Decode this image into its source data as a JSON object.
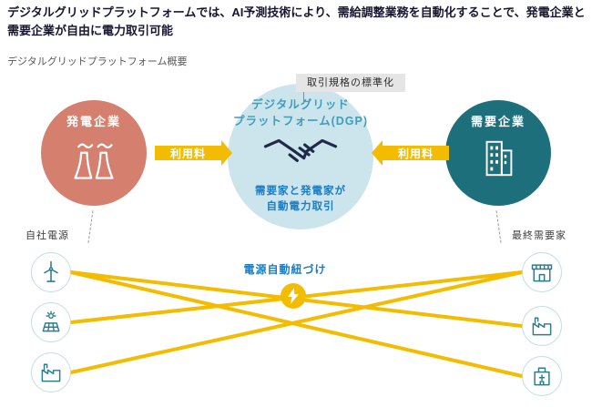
{
  "header": {
    "title": "デジタルグリッドプラットフォームでは、AI予測技術により、需給調整業務を自動化することで、発電企業と需要企業が自由に電力取引可能",
    "section_label": "デジタルグリッドプラットフォーム概要"
  },
  "diagram": {
    "standardization_box": "取引規格の標準化",
    "generator_circle": {
      "label": "発電企業",
      "icon": "power-plant-icon",
      "color": "#D5806F"
    },
    "platform_circle": {
      "title_line1": "デジタルグリッド",
      "title_line2": "プラットフォーム(DGP)",
      "subtitle_line1": "需要家と発電家が",
      "subtitle_line2": "自動電力取引",
      "icon": "handshake-icon",
      "color": "#CCE4EB"
    },
    "consumer_circle": {
      "label": "需要企業",
      "icon": "office-building-icon",
      "color": "#1E6F7C"
    },
    "fee_arrow_left": "利用料",
    "fee_arrow_right": "利用料"
  },
  "matching": {
    "left_label": "自社電源",
    "right_label": "最終需要家",
    "center_label": "電源自動紐づけ",
    "left_sources": [
      {
        "icon": "wind-turbine-icon"
      },
      {
        "icon": "solar-panel-icon"
      },
      {
        "icon": "factory-icon"
      }
    ],
    "right_consumers": [
      {
        "icon": "store-building-icon"
      },
      {
        "icon": "factory-building-icon"
      },
      {
        "icon": "hospital-building-icon"
      }
    ]
  },
  "colors": {
    "generator": "#D5806F",
    "consumer": "#1E6F7C",
    "platform": "#CCE4EB",
    "accent_gold": "#F3BC00",
    "teal_title": "#3E9EBB",
    "blue_text": "#1C7CC2",
    "icon_teal": "#2E7D8C"
  }
}
